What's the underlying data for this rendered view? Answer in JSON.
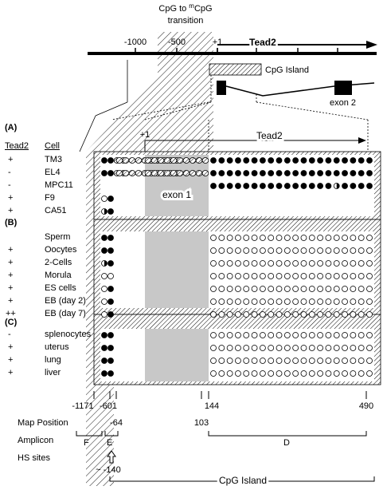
{
  "header": {
    "transition_line1": "CpG to ",
    "transition_sup": "m",
    "transition_cpg": "CpG",
    "transition_line2": "transition",
    "gene_bold": "Tead2",
    "exon2": "exon 2",
    "cpg_island_top": "CpG Island",
    "axis_ticks": [
      "-1000",
      "-500",
      "+1"
    ]
  },
  "zoom": {
    "plus1": "+1",
    "gene": "Tead2",
    "exon1": "exon 1"
  },
  "columns": {
    "tead2": "Tead2",
    "cell": "Cell"
  },
  "sections": [
    {
      "label": "(A)",
      "rows": [
        {
          "tead2": "+",
          "cell": "TM3",
          "left": "MMxx",
          "leftRest": "xxxxxxxxxx",
          "exon": "xxxxxxxxxx",
          "right": "MMMMMMMMMMMMMMMMMMMM"
        },
        {
          "tead2": "-",
          "cell": "EL4",
          "left": "MMxx",
          "leftRest": "xxxxxxxxxx",
          "exon": "xxxxxxxxxx",
          "right": "MMMMMMMMMMMMMMMMMMMM"
        },
        {
          "tead2": "-",
          "cell": "MPC11",
          "left": "",
          "leftRest": "",
          "exon": "",
          "right": "MMMMMMMMMMMMMMMhMMMM"
        },
        {
          "tead2": "+",
          "cell": "F9",
          "left": "oM",
          "leftRest": "",
          "exon": "",
          "right": ""
        },
        {
          "tead2": "+",
          "cell": "CA51",
          "left": "hM",
          "leftRest": "",
          "exon": "",
          "right": ""
        }
      ]
    },
    {
      "label": "(B)",
      "rows": [
        {
          "tead2": "",
          "cell": "Sperm",
          "left": "MM",
          "right": "oooooooooooooooooooo"
        },
        {
          "tead2": "+",
          "cell": "Oocytes",
          "left": "MM",
          "right": "oooooooooooooooooooo"
        },
        {
          "tead2": "+",
          "cell": "2-Cells",
          "left": "hM",
          "right": "oooooooooooooooooooo"
        },
        {
          "tead2": "+",
          "cell": "Morula",
          "left": "oo",
          "right": "oooooooooooooooooooo"
        },
        {
          "tead2": "+",
          "cell": "ES cells",
          "left": "oM",
          "right": "oooooooooooooooooooo"
        },
        {
          "tead2": "+",
          "cell": "EB (day 2)",
          "left": "oM",
          "right": "oooooooooooooooooooo"
        },
        {
          "tead2": "++",
          "cell": "EB (day 7)",
          "left": "oM",
          "right": "oooooooooooooooooooo"
        }
      ]
    },
    {
      "label": "(C)",
      "rows": [
        {
          "tead2": "-",
          "cell": "splenocytes",
          "left": "MM",
          "right": "oooooooooooooooooooo"
        },
        {
          "tead2": "+",
          "cell": "uterus",
          "left": "MM",
          "right": "oooooooooooooooooooo"
        },
        {
          "tead2": "+",
          "cell": "lung",
          "left": "MM",
          "right": "oooooooooooooooooooo"
        },
        {
          "tead2": "+",
          "cell": "liver",
          "left": "MM",
          "right": "oooooooooooooooooooo"
        }
      ]
    }
  ],
  "map": {
    "title": "Map Position",
    "positions": [
      "-1171",
      "-601",
      "144",
      "490"
    ],
    "positions_low": [
      "-64",
      "103"
    ],
    "amplicon": "Amplicon",
    "amplicons": [
      "F",
      "E",
      "D"
    ],
    "hs": "HS sites",
    "hs_pos": "~ -140",
    "cpg_island": "CpG Island"
  },
  "colors": {
    "methylated": "#000000",
    "unmethylated": "#ffffff",
    "exon_shade": "#c8c8c8"
  }
}
